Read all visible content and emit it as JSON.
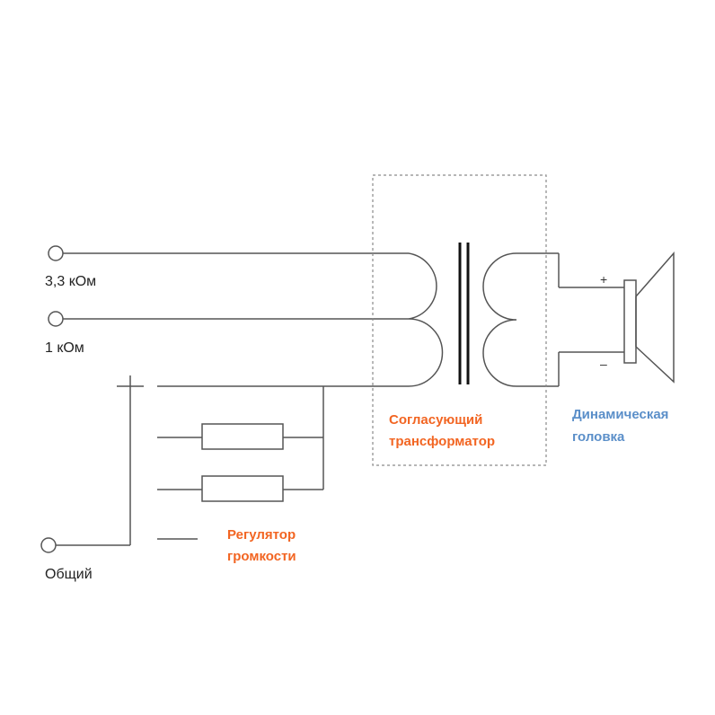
{
  "labels": {
    "input_high": "3,3 кОм",
    "input_low": "1 кОм",
    "common": "Общий",
    "transformer_line1": "Согласующий",
    "transformer_line2": "трансформатор",
    "speaker_line1": "Динамическая",
    "speaker_line2": "головка",
    "volume_line1": "Регулятор",
    "volume_line2": "громкости",
    "plus": "+",
    "minus": "–"
  },
  "colors": {
    "accent_orange": "#f26522",
    "accent_blue": "#5b8fc9",
    "wire": "#555555"
  }
}
